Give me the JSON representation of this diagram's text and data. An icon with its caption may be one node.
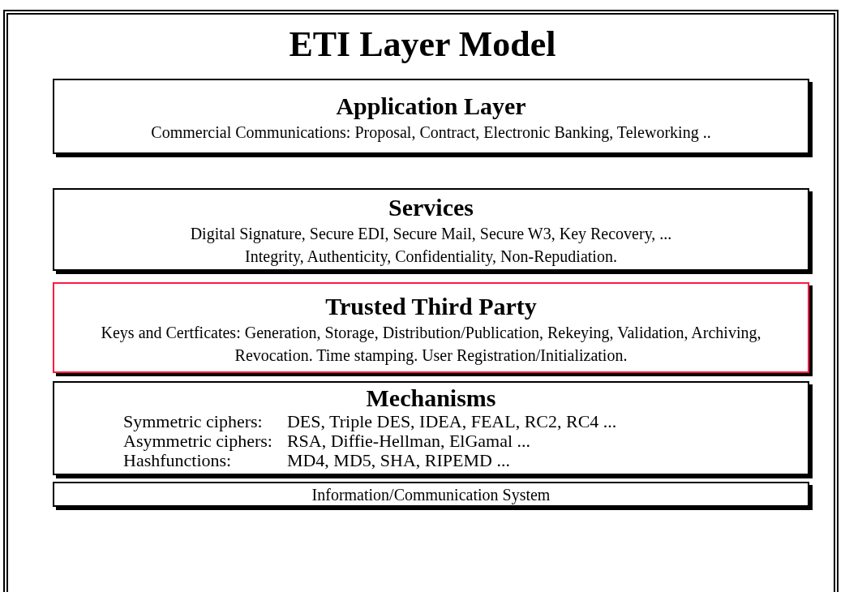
{
  "diagram": {
    "title": "ETI Layer Model",
    "nodes": [
      {
        "text": [
          "Application Layer",
          "Commercial Communications: Proposal, Contract, Electronic Banking, Teleworking .."
        ]
      },
      {
        "text": [
          "Services",
          "Digital Signature, Secure EDI, Secure Mail, Secure W3, Key Recovery, ...",
          "Integrity, Authenticity, Confidentiality, Non-Repudiation."
        ]
      },
      {
        "text": [
          "Trusted Third Party",
          "Keys and Certficates: Generation, Storage, Distribution/Publication, Rekeying, Validation, Archiving, Revocation. Time stamping. User Registration/Initialization."
        ]
      },
      {
        "text": [
          "Mechanisms",
          "Symmetric ciphers:",
          "DES, Triple DES, IDEA, FEAL, RC2, RC4 ...",
          "Asymmetric ciphers:",
          "RSA, Diffie-Hellman, ElGamal ...",
          "Hashfunctions:",
          "MD4, MD5, SHA, RIPEMD ..."
        ]
      },
      {
        "text": [
          "Information/Communication System"
        ]
      }
    ],
    "edges": []
  }
}
